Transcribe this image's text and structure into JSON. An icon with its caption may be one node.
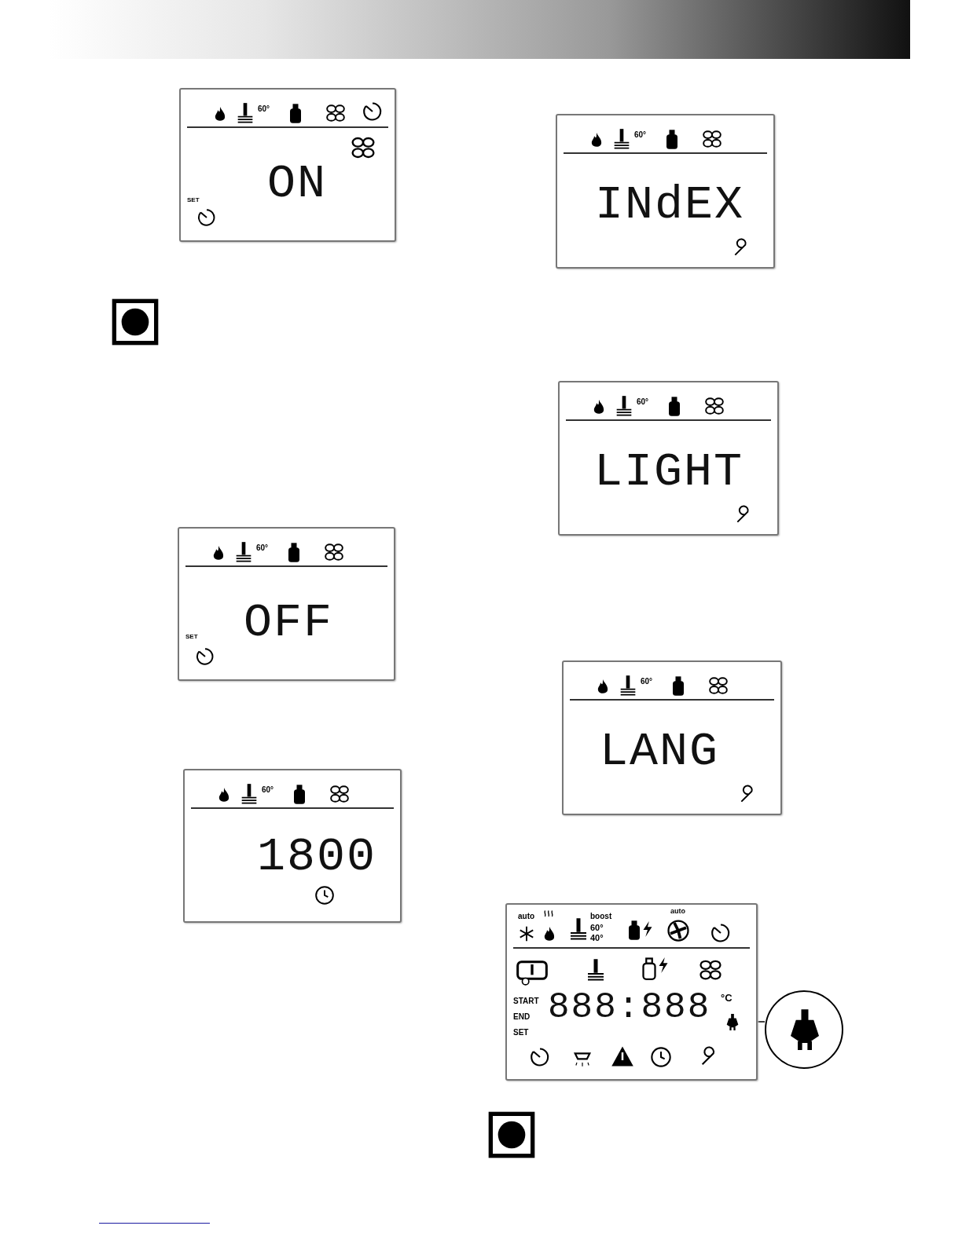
{
  "diagram": {
    "nodes": [
      {
        "text": [
          "60°",
          "ON",
          "SET"
        ]
      },
      {
        "text": [
          "60°",
          "INdEX"
        ]
      },
      {
        "text": [
          "60°",
          "LIGHT"
        ]
      },
      {
        "text": [
          "60°",
          "OFF",
          "SET"
        ]
      },
      {
        "text": [
          "60°",
          "LANG"
        ]
      },
      {
        "text": [
          "60°",
          "1800"
        ]
      },
      {
        "text": [
          "auto",
          "boost",
          "60°",
          "40°",
          "auto",
          "START",
          "END",
          "SET",
          "888:888",
          "°C"
        ]
      },
      {
        "text": [],
        "shape": "plug",
        "in": 6
      },
      {
        "text": [],
        "shape": "circle"
      }
    ],
    "edges": [
      {
        "from": 7,
        "to": 8,
        "arrow": "none"
      }
    ]
  }
}
